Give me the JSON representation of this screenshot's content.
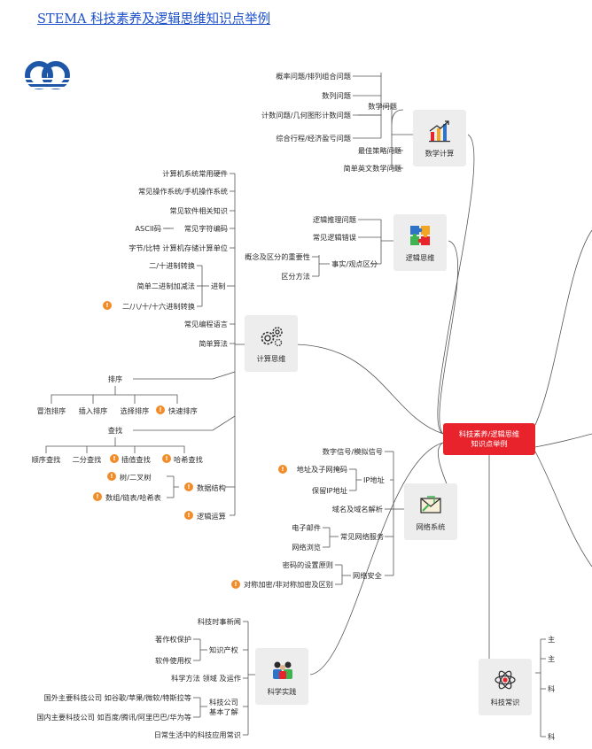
{
  "page_title": "STEMA 科技素养及逻辑思维知识点举例",
  "center": {
    "line1": "科技素养/逻辑思维",
    "line2": "知识点举例"
  },
  "hubs": {
    "math": "数学计算",
    "logic": "逻辑思维",
    "comp": "计算思维",
    "net": "网络系统",
    "prac": "科学实践",
    "sci": "科技常识"
  },
  "math": {
    "group": "数学问题",
    "items": [
      "概率问题/排列组合问题",
      "数列问题",
      "计数问题/几何图形计数问题",
      "综合行程/经济盈亏问题"
    ],
    "strategy": "最佳策略问题",
    "english": "简单英文数学问题"
  },
  "logic": {
    "reasoning": "逻辑推理问题",
    "errors": "常见逻辑错误",
    "facts": "事实/观点区分",
    "importance": "概念及区分的重要性",
    "method": "区分方法"
  },
  "comp": {
    "hardware": "计算机系统常用硬件",
    "os": "常见操作系统/手机操作系统",
    "software": "常见软件相关知识",
    "ascii": "ASCII码",
    "charset": "常见字符编码",
    "bytes": "字节/比特 计算机存储计算单位",
    "bin2": "二/十进制转换",
    "binop": "简单二进制加减法",
    "bin_multi": "二/八/十/十六进制转换",
    "radix": "进制",
    "lang": "常见编程语言",
    "algo": "简单算法",
    "sort": "排序",
    "sorts": [
      "冒泡排序",
      "插入排序",
      "选择排序",
      "快速排序"
    ],
    "search": "查找",
    "searches": [
      "顺序查找",
      "二分查找",
      "插值查找",
      "哈希查找"
    ],
    "tree": "树/二叉树",
    "arrays": "数组/链表/哈希表",
    "ds": "数据结构",
    "logic_op": "逻辑运算"
  },
  "net": {
    "signal": "数字信号/模拟信号",
    "mask": "地址及子网掩码",
    "private_ip": "保留IP地址",
    "ip": "IP地址",
    "dns": "域名及域名解析",
    "email": "电子邮件",
    "browse": "网络浏览",
    "services": "常见网络服务",
    "pwd": "密码的设置原则",
    "crypto": "对称加密/非对称加密及区别",
    "security": "网络安全"
  },
  "prac": {
    "news": "科技时事新闻",
    "copyright": "著作权保护",
    "license": "软件使用权",
    "ip_rights": "知识产权",
    "method": "科学方法 领域 及运作",
    "foreign": "国外主要科技公司 如谷歌/苹果/微软/特斯拉等",
    "domestic": "国内主要科技公司 如百度/腾讯/阿里巴巴/华为等",
    "company": "科技公司",
    "company2": "基本了解",
    "daily": "日常生活中的科技应用常识"
  },
  "sci": {
    "a": "主",
    "b": "主",
    "c": "科",
    "d": "科"
  },
  "colors": {
    "accent": "#e8232c",
    "star": "#f28c28",
    "link": "#1b4fc9",
    "logo": "#1e56a8"
  }
}
